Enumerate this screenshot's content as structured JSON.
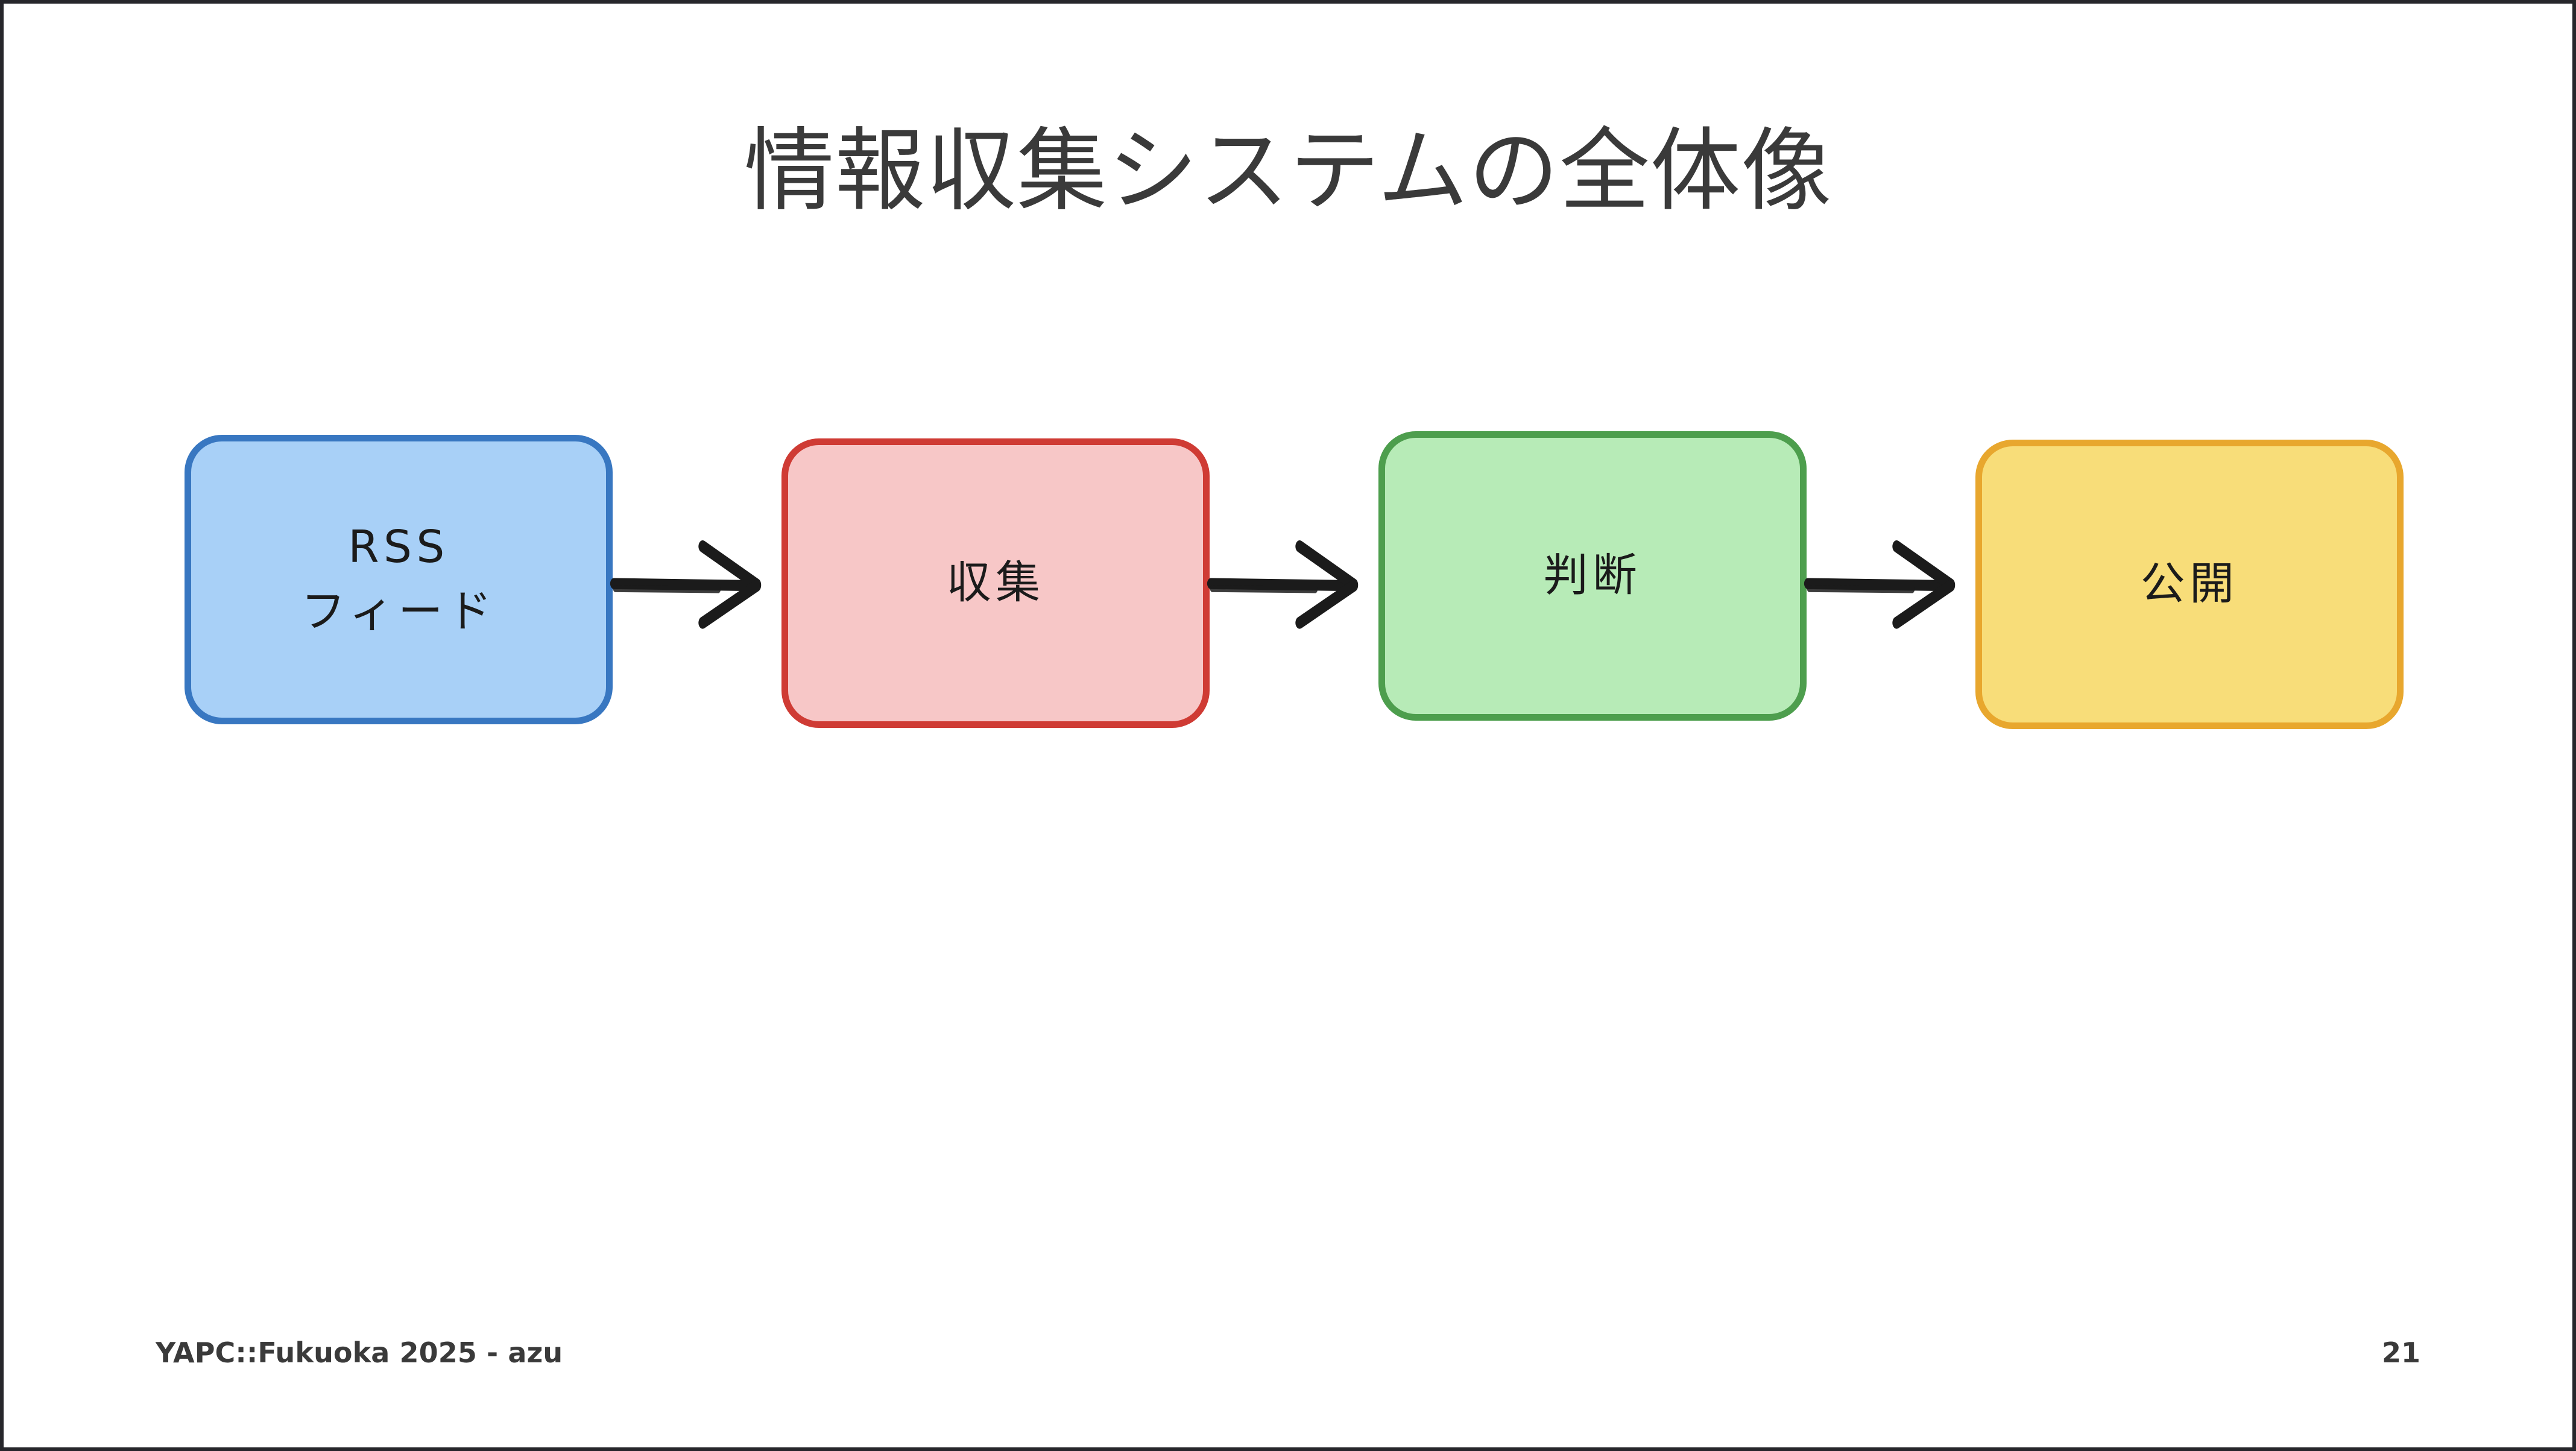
{
  "slide": {
    "title": "情報収集システムの全体像",
    "background_color": "#ffffff",
    "frame_color": "#26262b",
    "title_color": "#3a3a3a"
  },
  "diagram": {
    "type": "flowchart",
    "direction": "left-to-right",
    "style": "hand-drawn",
    "nodes": [
      {
        "id": "rss-feed",
        "label": "RSS\nフィード",
        "fill_color": "#a8d0f7",
        "stroke_color": "#3877c1"
      },
      {
        "id": "collect",
        "label": "収集",
        "fill_color": "#f7c7c7",
        "stroke_color": "#cf3b34"
      },
      {
        "id": "judge",
        "label": "判断",
        "fill_color": "#b7ebb7",
        "stroke_color": "#4d9e4d"
      },
      {
        "id": "publish",
        "label": "公開",
        "fill_color": "#f8dd79",
        "stroke_color": "#e8a72e"
      }
    ],
    "edges": [
      {
        "id": "edge-1",
        "from": "rss-feed",
        "to": "collect",
        "arrow": "arrow-right-icon",
        "label": ""
      },
      {
        "id": "edge-2",
        "from": "collect",
        "to": "judge",
        "arrow": "arrow-right-icon",
        "label": ""
      },
      {
        "id": "edge-3",
        "from": "judge",
        "to": "publish",
        "arrow": "arrow-right-icon",
        "label": ""
      }
    ],
    "arrow_color": "#1b1b1b"
  },
  "footer": {
    "left": "YAPC::Fukuoka 2025 - azu",
    "page_number": "21",
    "text_color": "#3a3a3a"
  }
}
